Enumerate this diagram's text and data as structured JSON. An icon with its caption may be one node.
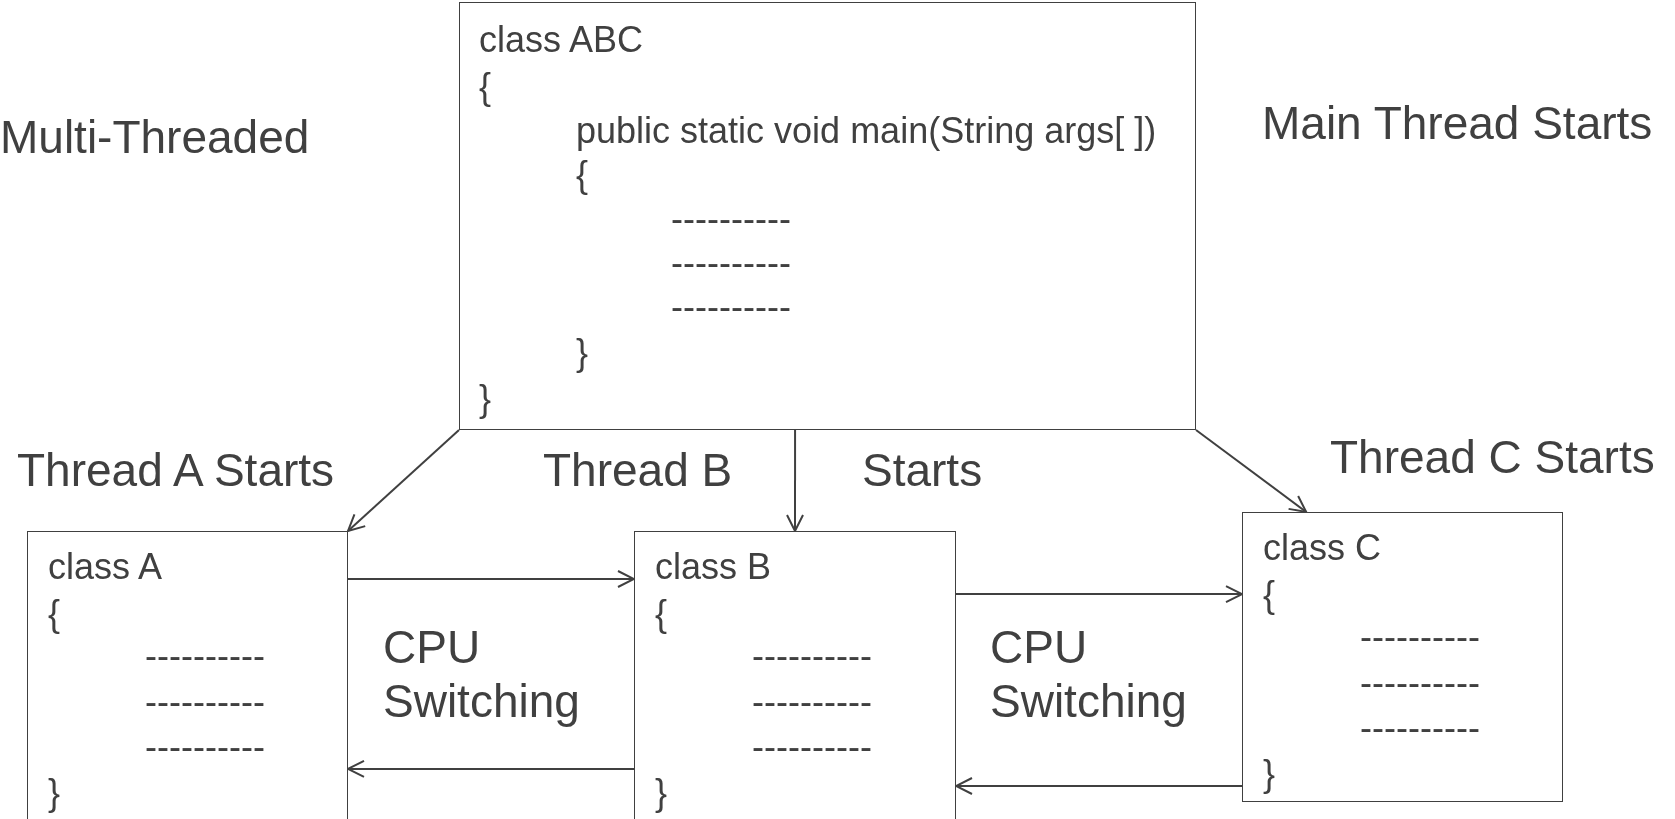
{
  "diagram": {
    "nodes": [
      {
        "text": [
          "class ABC",
          "{",
          "public static void main(String args[ ])",
          "{",
          "----------",
          "----------",
          "----------",
          "}",
          "}"
        ]
      },
      {
        "text": [
          "class A",
          "{",
          "----------",
          "----------",
          "----------",
          "}"
        ]
      },
      {
        "text": [
          "class B",
          "{",
          "----------",
          "----------",
          "----------",
          "}"
        ]
      },
      {
        "text": [
          "class C",
          "{",
          "----------",
          "----------",
          "----------",
          "}"
        ]
      }
    ],
    "edges": [
      {
        "from": 0,
        "to": 1,
        "arrow": "to"
      },
      {
        "from": 0,
        "to": 2,
        "arrow": "to"
      },
      {
        "from": 0,
        "to": 3,
        "arrow": "to"
      },
      {
        "from": 1,
        "to": 2,
        "arrow": "to"
      },
      {
        "from": 2,
        "to": 1,
        "arrow": "to"
      },
      {
        "from": 2,
        "to": 3,
        "arrow": "to"
      },
      {
        "from": 3,
        "to": 2,
        "arrow": "to"
      }
    ],
    "labels": [
      "Multi-Threaded",
      "Main Thread Starts",
      "Thread A Starts",
      "Thread B",
      "Starts",
      "Thread C Starts",
      "CPU Switching",
      "CPU Switching"
    ]
  }
}
